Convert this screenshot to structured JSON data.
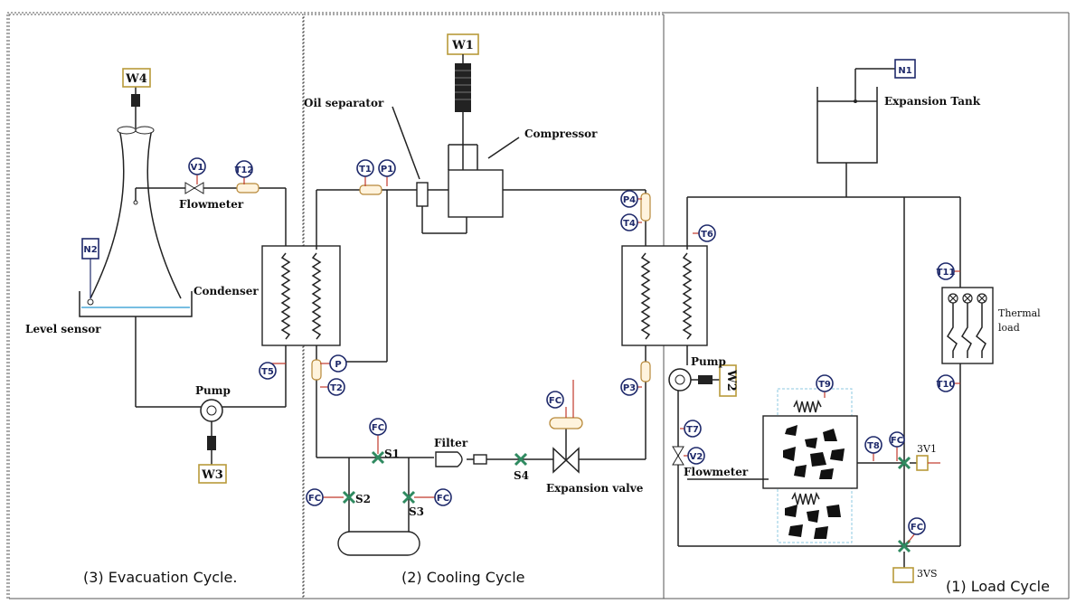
{
  "cycles": {
    "evacuation": "(3) Evacuation Cycle.",
    "cooling": "(2) Cooling Cycle",
    "load": "(1) Load Cycle"
  },
  "labels": {
    "oil_separator": "Oil separator",
    "compressor": "Compressor",
    "expansion_tank": "Expansion Tank",
    "flowmeter_left": "Flowmeter",
    "flowmeter_right": "Flowmeter",
    "condenser": "Condenser",
    "level_sensor": "Level sensor",
    "pump_left": "Pump",
    "pump_right": "Pump",
    "filter": "Filter",
    "expansion_valve": "Expansion valve",
    "thermal_load_1": "Thermal",
    "thermal_load_2": "load"
  },
  "instruments": {
    "w1": "W1",
    "w2": "W2",
    "w3": "W3",
    "w4": "W4",
    "n1": "N1",
    "n2": "N2",
    "v1": "V1",
    "v2": "V2",
    "t1": "T1",
    "t2": "T2",
    "t4": "T4",
    "t5": "T5",
    "t6": "T6",
    "t7": "T7",
    "t8": "T8",
    "t9": "T9",
    "t10": "T10",
    "t11": "T11",
    "t12": "T12",
    "p": "P",
    "p1": "P1",
    "p3": "P3",
    "p4": "P4",
    "fc": "FC",
    "s1": "S1",
    "s2": "S2",
    "s3": "S3",
    "s4": "S4",
    "v3v1": "3V1",
    "v3v5": "3VS"
  }
}
